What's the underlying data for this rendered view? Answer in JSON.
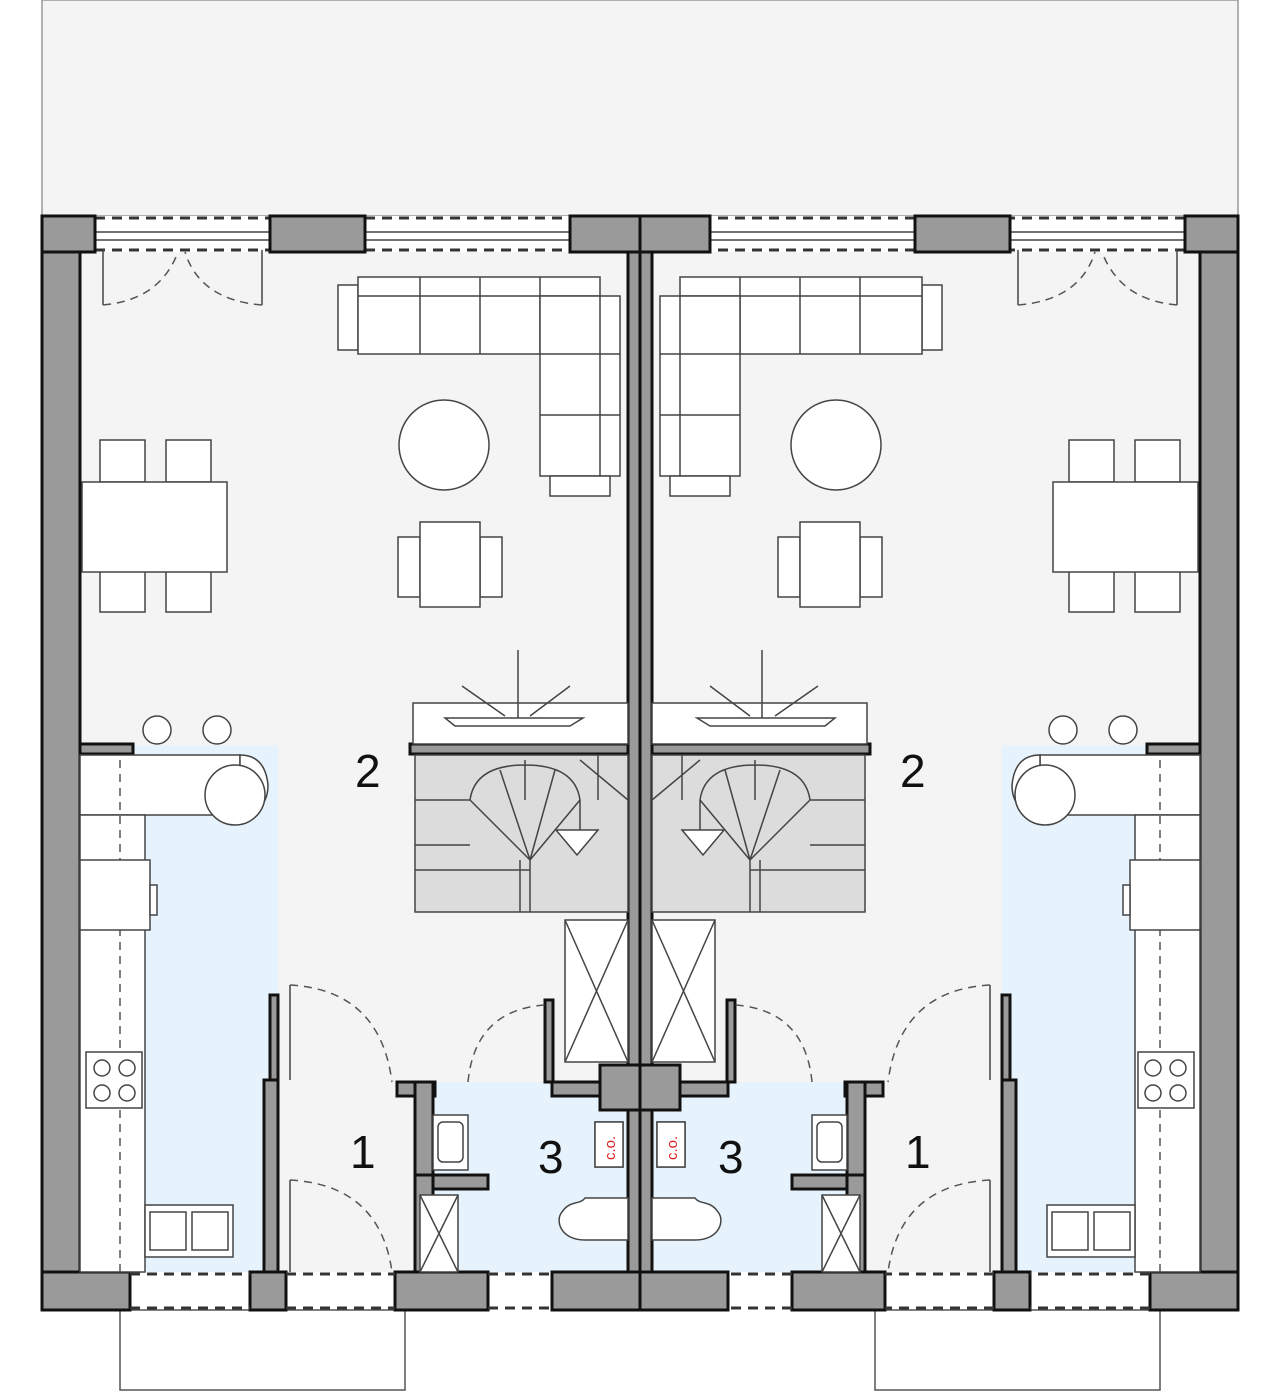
{
  "plan": {
    "title": "Ground floor plan - semi-detached house",
    "rooms_left": [
      {
        "number": "2"
      },
      {
        "number": "1"
      },
      {
        "number": "3"
      }
    ],
    "rooms_right": [
      {
        "number": "2"
      },
      {
        "number": "1"
      },
      {
        "number": "3"
      }
    ],
    "boiler_label": "c.o.",
    "colors": {
      "wall": "#9a9a9a",
      "floor": "#f4f4f4",
      "wet_area": "#e6f3fc",
      "boiler_text": "#d22222"
    }
  }
}
